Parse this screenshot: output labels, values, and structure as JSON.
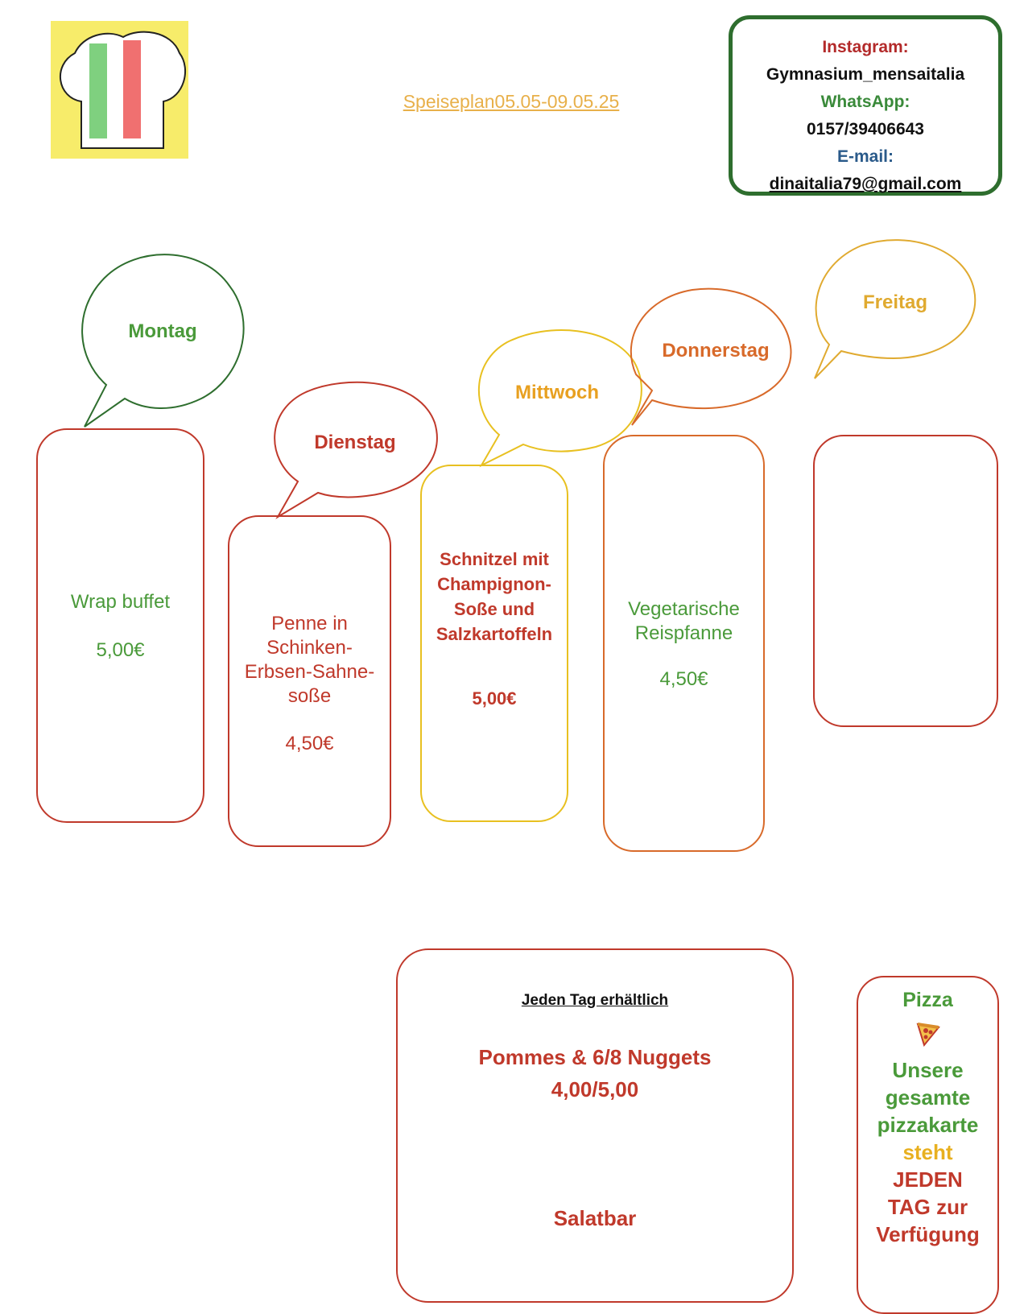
{
  "header": {
    "title": "Speiseplan05.05-09.05.25"
  },
  "contact": {
    "instagram_label": "Instagram:",
    "instagram_value": "Gymnasium_mensaitalia",
    "whatsapp_label": "WhatsApp:",
    "whatsapp_value": "0157/39406643",
    "email_label": "E-mail:",
    "email_value": "dinaitalia79@gmail.com"
  },
  "days": [
    {
      "day": "Montag",
      "dish": "Wrap buffet",
      "price": "5,00€",
      "color": "#4a9a3a"
    },
    {
      "day": "Dienstag",
      "dish_lines": [
        "Penne in",
        "Schinken-",
        "Erbsen-Sahne-",
        "soße"
      ],
      "price": "4,50€",
      "color": "#c0392b"
    },
    {
      "day": "Mittwoch",
      "dish_lines": [
        "Schnitzel mit",
        "Champignon-",
        "Soße und",
        "Salzkartoffeln"
      ],
      "price": "5,00€",
      "color": "#c0392b"
    },
    {
      "day": "Donnerstag",
      "dish_lines": [
        "Vegetarische",
        "Reispfanne"
      ],
      "price": "4,50€",
      "color": "#4a9a3a"
    },
    {
      "day": "Freitag",
      "dish": "",
      "price": ""
    }
  ],
  "colors": {
    "green": "#3d8b3d",
    "red": "#c0392b",
    "yellow": "#e8b020",
    "orange": "#d86a2a",
    "gold": "#e0aa30"
  },
  "daily": {
    "heading": "Jeden Tag erhältlich",
    "item1": "Pommes & 6/8 Nuggets",
    "item1_price": "4,00/5,00",
    "item2": "Salatbar"
  },
  "pizza": {
    "title": "Pizza",
    "icon": "pizza-icon",
    "lines": [
      "Unsere",
      "gesamte",
      "pizzakarte",
      "steht",
      "JEDEN",
      "TAG zur",
      "Verfügung"
    ]
  }
}
